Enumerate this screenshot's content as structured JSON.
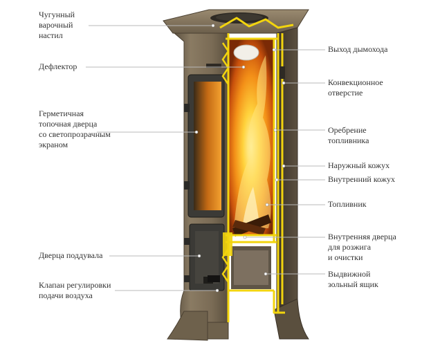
{
  "labels_left": [
    {
      "id": "cooktop",
      "lines": [
        "Чугунный",
        "варочный",
        "настил"
      ]
    },
    {
      "id": "deflector",
      "lines": [
        "Дефлектор"
      ]
    },
    {
      "id": "fire-door",
      "lines": [
        "Герметичная",
        "топочная дверца",
        "со светопрозрачным",
        "экраном"
      ]
    },
    {
      "id": "ash-door",
      "lines": [
        "Дверца поддувала"
      ]
    },
    {
      "id": "air-valve",
      "lines": [
        "Клапан регулировки",
        "подачи воздуха"
      ]
    }
  ],
  "labels_right": [
    {
      "id": "flue-outlet",
      "lines": [
        "Выход дымохода"
      ]
    },
    {
      "id": "convection-hole",
      "lines": [
        "Конвекционное",
        "отверстие"
      ]
    },
    {
      "id": "firebox-fins",
      "lines": [
        "Оребрение",
        "топливника"
      ]
    },
    {
      "id": "outer-casing",
      "lines": [
        "Наружный кожух"
      ]
    },
    {
      "id": "inner-casing",
      "lines": [
        "Внутренний кожух"
      ]
    },
    {
      "id": "firebox",
      "lines": [
        "Топливник"
      ]
    },
    {
      "id": "inner-door",
      "lines": [
        "Внутренняя дверца",
        "для розжига",
        "и очистки"
      ]
    },
    {
      "id": "ash-box",
      "lines": [
        "Выдвижной",
        "зольный ящик"
      ]
    }
  ],
  "colors": {
    "body_bronze": "#7a6b55",
    "body_dark": "#4d4333",
    "section_yellow": "#f2d40e",
    "fire_orange": "#f08a12",
    "glass_frame": "#3b3a36",
    "leader_line": "#b8b8b8",
    "text": "#333333"
  }
}
